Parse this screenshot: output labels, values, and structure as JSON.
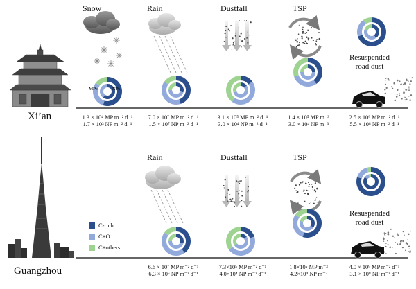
{
  "colors": {
    "c_rich": "#2b4e8c",
    "c_o": "#92a9dc",
    "c_others": "#9fd392"
  },
  "donut_labels": {
    "mps": "MPs",
    "nps": "NPs"
  },
  "xian": {
    "city": "Xi’an",
    "labels": {
      "snow": "Snow",
      "rain": "Rain",
      "dustfall": "Dustfall",
      "tsp": "TSP",
      "resuspended": "Resuspended\nroad dust"
    },
    "values": {
      "snow": {
        "mp": "1.3 × 10⁴ MP m⁻² d⁻¹",
        "np": "1.7 × 10³ NP m⁻² d⁻¹"
      },
      "rain": {
        "mp": "7.0 × 10⁷ MP m⁻² d⁻¹",
        "np": "1.5 × 10⁷ NP m⁻² d⁻¹"
      },
      "dustfall": {
        "mp": "3.1 × 10⁵ MP m⁻² d⁻¹",
        "np": "3.0 × 10⁴ NP m⁻² d⁻¹"
      },
      "tsp": {
        "mp": "1.4 × 10⁵ MP m⁻³",
        "np": "3.0 × 10⁴ NP m⁻³"
      },
      "road": {
        "mp": "2.5 × 10⁹ MP m⁻² d⁻¹",
        "np": "5.5 × 10⁸ NP m⁻² d⁻¹"
      }
    }
  },
  "guangzhou": {
    "city": "Guangzhou",
    "labels": {
      "rain": "Rain",
      "dustfall": "Dustfall",
      "tsp": "TSP",
      "resuspended": "Resuspended\nroad dust"
    },
    "values": {
      "rain": {
        "mp": "6.6 × 10⁷ MP m⁻² d⁻¹",
        "np": "6.3 × 10⁶ NP m⁻² d⁻¹"
      },
      "dustfall": {
        "mp": "7.3×10⁵ MP m⁻² d⁻¹",
        "np": "4.0×10⁴ NP m⁻² d⁻¹"
      },
      "tsp": {
        "mp": "1.8×10⁵ MP m⁻³",
        "np": "4.2×10⁴ NP m⁻³"
      },
      "road": {
        "mp": "4.0 × 10⁹ MP m⁻² d⁻¹",
        "np": "3.1 × 10⁸ NP m⁻² d⁻¹"
      }
    }
  },
  "legend": [
    {
      "label": "C-rich",
      "color": "#2b4e8c"
    },
    {
      "label": "C+O",
      "color": "#92a9dc"
    },
    {
      "label": "C+others",
      "color": "#9fd392"
    }
  ],
  "donuts": {
    "xian_snow": {
      "outer": [
        0.55,
        0.3,
        0.15
      ],
      "inner": [
        0.6,
        0.4,
        0.0
      ]
    },
    "xian_rain": {
      "outer": [
        0.45,
        0.4,
        0.15
      ],
      "inner": [
        0.3,
        0.45,
        0.25
      ]
    },
    "xian_dustfall": {
      "outer": [
        0.15,
        0.45,
        0.4
      ],
      "inner": [
        0.15,
        0.55,
        0.3
      ]
    },
    "xian_tsp": {
      "outer": [
        0.4,
        0.3,
        0.3
      ],
      "inner": [
        0.25,
        0.5,
        0.25
      ]
    },
    "xian_road": {
      "outer": [
        0.7,
        0.2,
        0.1
      ],
      "inner": [
        0.4,
        0.4,
        0.2
      ]
    },
    "gz_rain": {
      "outer": [
        0.4,
        0.45,
        0.15
      ],
      "inner": [
        0.3,
        0.45,
        0.25
      ]
    },
    "gz_dustfall": {
      "outer": [
        0.2,
        0.45,
        0.35
      ],
      "inner": [
        0.15,
        0.5,
        0.35
      ]
    },
    "gz_tsp": {
      "outer": [
        0.55,
        0.3,
        0.15
      ],
      "inner": [
        0.35,
        0.45,
        0.2
      ]
    },
    "gz_road": {
      "outer": [
        0.8,
        0.15,
        0.05
      ],
      "inner": [
        0.85,
        0.1,
        0.05
      ]
    }
  }
}
